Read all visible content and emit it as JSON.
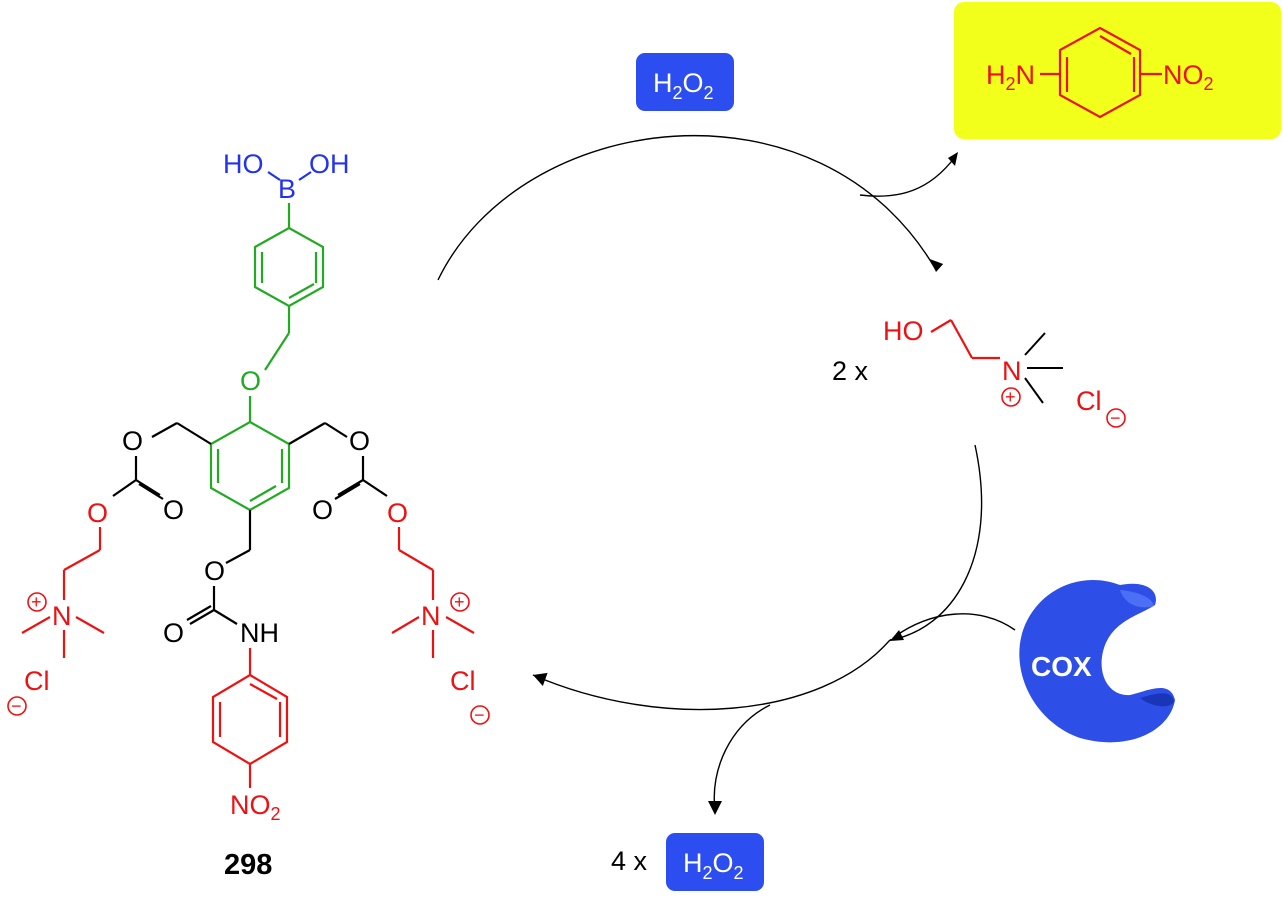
{
  "colors": {
    "black": "#000000",
    "red": "#ee1111",
    "blue_atoms": "#2233ee",
    "green": "#22aa22",
    "badge": "#2c4df0",
    "product_highlight": "#f2ff1a",
    "enzyme": "#2d4fe8"
  },
  "compound": {
    "number": "298"
  },
  "atoms": {
    "boron": "B",
    "hydroxyl": "HO",
    "oh": "OH",
    "oxygen": "O",
    "nitrogen": "N",
    "nh": "NH",
    "chloride": "Cl",
    "plus": "+",
    "minus": "−",
    "nitro_main": "NO",
    "nitro_sub": "2",
    "amine_main": "H",
    "amine_sub": "2",
    "amine_n": "N"
  },
  "reagents": {
    "h2o2_top": {
      "h": "H",
      "sub1": "2",
      "o": "O",
      "sub2": "2"
    },
    "h2o2_bottom": {
      "h": "H",
      "sub1": "2",
      "o": "O",
      "sub2": "2"
    },
    "bottom_coef": "4 x",
    "choline_coef": "2 x"
  },
  "enzyme": {
    "label": "COX",
    "icon": "pacman-enzyme-icon"
  },
  "product": {
    "name_parts": [
      "H",
      "2",
      "N",
      "NO",
      "2"
    ]
  }
}
